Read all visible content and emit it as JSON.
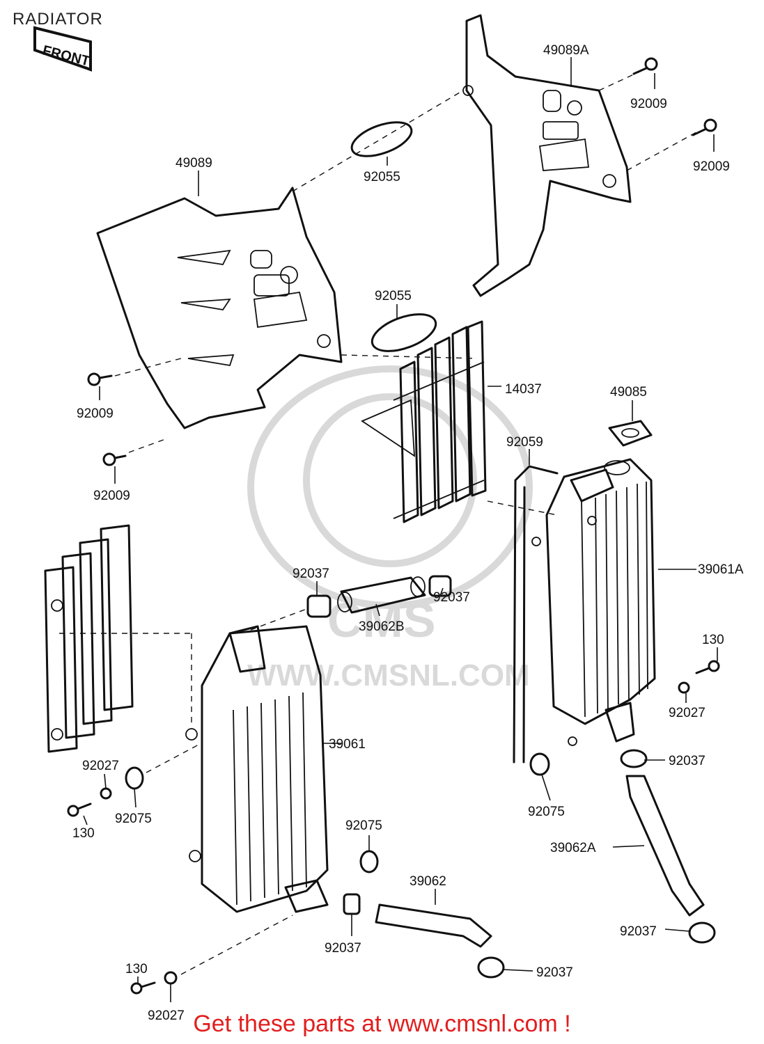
{
  "header": {
    "title": "RADIATOR"
  },
  "front_tag": "FRONT",
  "watermark": {
    "text": "WWW.CMSNL.COM",
    "brand": "CMS"
  },
  "footer": {
    "text": "Get these parts at www.cmsnl.com !",
    "color": "#e21e1e"
  },
  "parts": {
    "p49089A": "49089A",
    "p92009_a": "92009",
    "p92009_b": "92009",
    "p49089": "49089",
    "p92055_a": "92055",
    "p92055_b": "92055",
    "p14037": "14037",
    "p49085": "49085",
    "p92009_c": "92009",
    "p92009_d": "92009",
    "p92059": "92059",
    "p92037_a": "92037",
    "p92037_b": "92037",
    "p39061A": "39061A",
    "p39062B": "39062B",
    "p130_a": "130",
    "p92027_a": "92027",
    "p92037_c": "92037",
    "p39061": "39061",
    "p92027_b": "92027",
    "p92075_a": "92075",
    "p130_b": "130",
    "p92075_b": "92075",
    "p39062A": "39062A",
    "p92075_c": "92075",
    "p39062": "39062",
    "p92037_d": "92037",
    "p92037_e": "92037",
    "p92037_f": "92037",
    "p130_c": "130",
    "p92027_c": "92027"
  }
}
